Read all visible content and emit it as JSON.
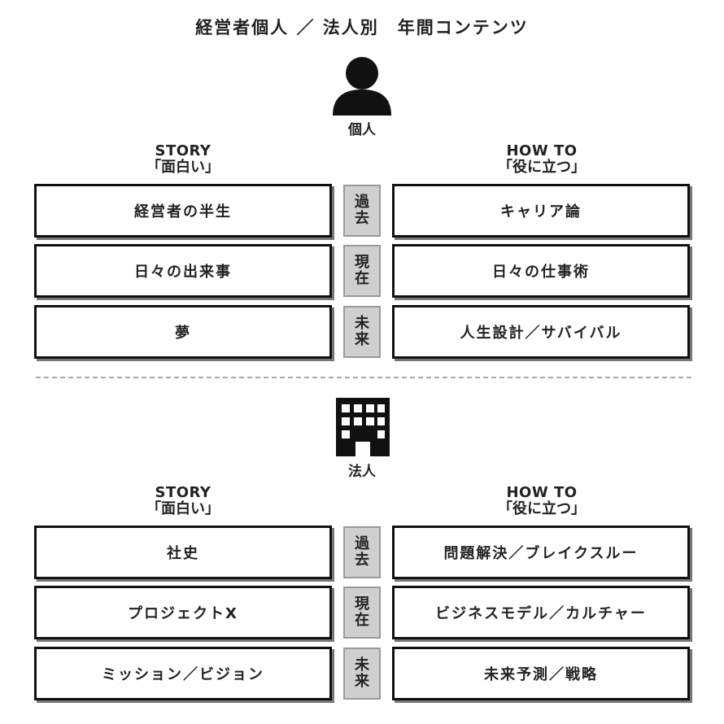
{
  "title": "経営者個人 ／ 法人別　年間コンテンツ",
  "sections": [
    {
      "icon": "person-icon",
      "label": "個人",
      "story_en": "STORY",
      "story_jp": "「面白い」",
      "howto_en": "HOW TO",
      "howto_jp": "「役に立つ」",
      "rows": [
        {
          "time_top": "過",
          "time_bottom": "去",
          "story": "経営者の半生",
          "howto": "キャリア論"
        },
        {
          "time_top": "現",
          "time_bottom": "在",
          "story": "日々の出来事",
          "howto": "日々の仕事術"
        },
        {
          "time_top": "未",
          "time_bottom": "来",
          "story": "夢",
          "howto": "人生設計／サバイバル"
        }
      ]
    },
    {
      "icon": "building-icon",
      "label": "法人",
      "story_en": "STORY",
      "story_jp": "「面白い」",
      "howto_en": "HOW TO",
      "howto_jp": "「役に立つ」",
      "rows": [
        {
          "time_top": "過",
          "time_bottom": "去",
          "story": "社史",
          "howto": "問題解決／ブレイクスルー"
        },
        {
          "time_top": "現",
          "time_bottom": "在",
          "story": "プロジェクトX",
          "howto": "ビジネスモデル／カルチャー"
        },
        {
          "time_top": "未",
          "time_bottom": "来",
          "story": "ミッション／ビジョン",
          "howto": "未来予測／戦略"
        }
      ]
    }
  ]
}
